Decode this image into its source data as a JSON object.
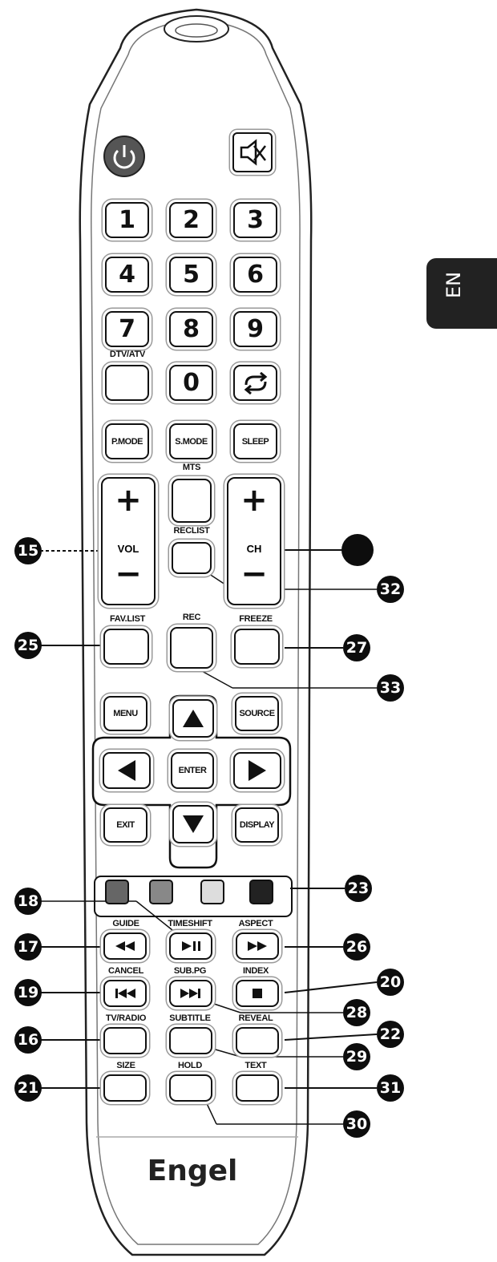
{
  "side_tab": "EN",
  "brand": "Engel",
  "icons": {
    "power": "power-icon",
    "mute": "mute-icon",
    "recall": "recall-icon"
  },
  "keypad": {
    "numbers": [
      "1",
      "2",
      "3",
      "4",
      "5",
      "6",
      "7",
      "8",
      "9",
      "0"
    ],
    "dtv_atv": "DTV/ATV"
  },
  "modes": {
    "p_mode": "P.MODE",
    "s_mode": "S.MODE",
    "sleep": "SLEEP"
  },
  "vol": {
    "label": "VOL",
    "plus": "+",
    "minus": "−"
  },
  "ch": {
    "label": "CH",
    "plus": "+",
    "minus": "−"
  },
  "mts": "MTS",
  "reclist": "RECLIST",
  "fav_list": "FAV.LIST",
  "rec": "REC",
  "freeze": "FREEZE",
  "nav": {
    "menu": "MENU",
    "source": "SOURCE",
    "enter": "ENTER",
    "exit": "EXIT",
    "display": "DISPLAY"
  },
  "color_keys": [
    "#666666",
    "#888888",
    "#dddddd",
    "#222222"
  ],
  "transport": {
    "guide": "GUIDE",
    "timeshift": "TIMESHIFT",
    "aspect": "ASPECT",
    "cancel": "CANCEL",
    "sub_pg": "SUB.PG",
    "index": "INDEX"
  },
  "bottom": {
    "tv_radio": "TV/RADIO",
    "subtitle": "SUBTITLE",
    "reveal": "REVEAL",
    "size": "SIZE",
    "hold": "HOLD",
    "text": "TEXT"
  },
  "callouts": {
    "c15": "15",
    "c25": "25",
    "c18": "18",
    "c17": "17",
    "c19": "19",
    "c16": "16",
    "c21": "21",
    "c32": "32",
    "c27": "27",
    "c33": "33",
    "c23": "23",
    "c26": "26",
    "c20": "20",
    "c28": "28",
    "c22": "22",
    "c29": "29",
    "c31": "31",
    "c30": "30"
  }
}
